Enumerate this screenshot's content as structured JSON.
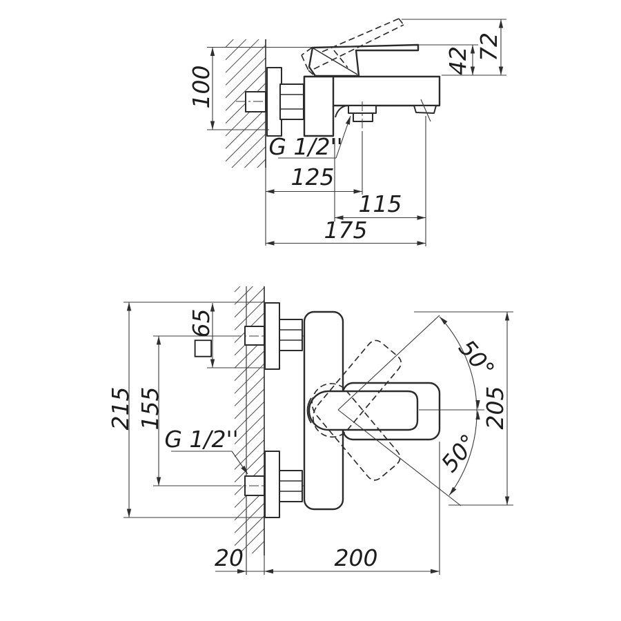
{
  "drawing": {
    "kind": "technical dimension drawing",
    "subject": "wall-mounted single-lever bath mixer, two projection views with dimensions",
    "units": "mm",
    "line_color": "#2b2b2b",
    "background": "#ffffff"
  },
  "side_view": {
    "name": "upper view - side section at wall",
    "dims": {
      "d100": "100",
      "d72": "72",
      "d42": "42",
      "thread": "G 1/2''",
      "d125": "125",
      "d115": "115",
      "d175": "175"
    }
  },
  "front_view": {
    "name": "lower view - front section at wall",
    "dims": {
      "d215": "215",
      "d155": "155",
      "d65": "□65",
      "thread": "G 1/2''",
      "angle_up": "50°",
      "angle_down": "50°",
      "d205": "205",
      "d20": "20",
      "d200": "200"
    }
  }
}
